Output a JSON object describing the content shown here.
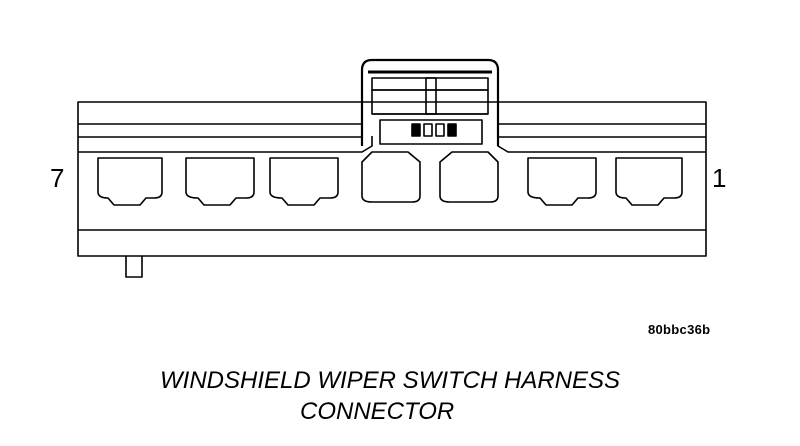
{
  "pins": {
    "left_label": "7",
    "right_label": "1"
  },
  "figure_code": "80bbc36b",
  "caption": {
    "line1": "WINDSHIELD WIPER SWITCH HARNESS",
    "line2": "CONNECTOR"
  },
  "colors": {
    "ink": "#000000",
    "background": "#ffffff"
  }
}
